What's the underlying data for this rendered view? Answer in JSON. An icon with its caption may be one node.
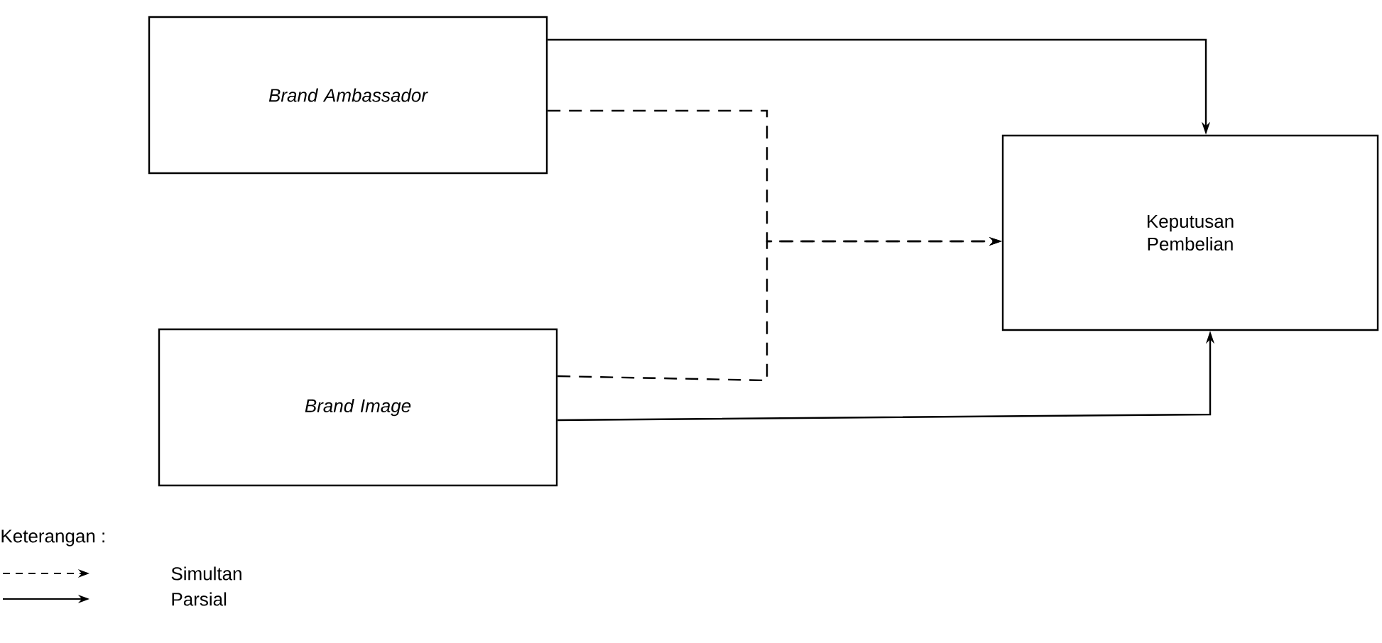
{
  "diagram": {
    "nodes": [
      {
        "text": [
          "Brand Ambassador"
        ]
      },
      {
        "text": [
          "Brand Image"
        ]
      },
      {
        "text": [
          "Keputusan Pembelian"
        ]
      }
    ],
    "edges": [
      {
        "from": 0,
        "to": 2,
        "arrow": "to"
      },
      {
        "from": 1,
        "to": 2,
        "arrow": "to"
      },
      {
        "from": 0,
        "to": 2,
        "arrow": "to",
        "style": "dashed"
      },
      {
        "from": 1,
        "to": 2,
        "arrow": "to",
        "style": "dashed"
      }
    ],
    "labels": [
      "Keterangan :"
    ],
    "legend": [
      {
        "text": "Simultan"
      },
      {
        "text": "Parsial"
      }
    ]
  }
}
